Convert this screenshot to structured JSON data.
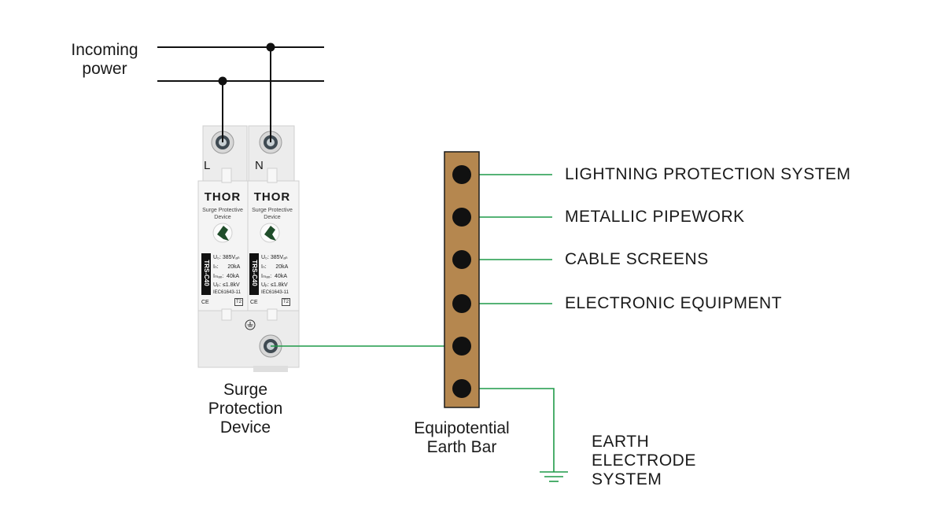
{
  "incoming_power": {
    "line1": "Incoming",
    "line2": "power"
  },
  "spd": {
    "brand": "THOR",
    "module_subtitle_1": "Surge Protective",
    "module_subtitle_2": "Device",
    "model": "TRS-C40",
    "spec_uc": "U₀: 385Vₐₙ",
    "spec_in": "Iₙ:      20kA",
    "spec_imax": "Iₘₐₓ:  40kA",
    "spec_up": "Uₚ: ≤1.8kV",
    "standard": "IEC61643-11",
    "ce_mark": "CE",
    "class_mark": "T2",
    "terminal_l": "L",
    "terminal_n": "N",
    "caption_1": "Surge",
    "caption_2": "Protection",
    "caption_3": "Device"
  },
  "earth_bar": {
    "caption_1": "Equipotential",
    "caption_2": "Earth Bar",
    "color": "#b5874f"
  },
  "connections": [
    "LIGHTNING PROTECTION SYSTEM",
    "METALLIC PIPEWORK",
    "CABLE SCREENS",
    "ELECTRONIC EQUIPMENT"
  ],
  "earth_electrode": {
    "line1": "EARTH",
    "line2": "ELECTRODE",
    "line3": "SYSTEM"
  },
  "colors": {
    "wire_power": "#111111",
    "wire_earth": "#1f9a48",
    "device_body": "#eeeeee"
  }
}
